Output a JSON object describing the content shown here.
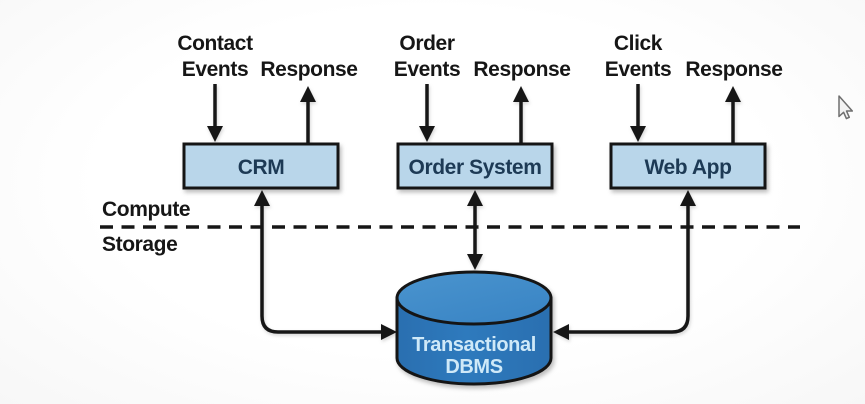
{
  "diagram": {
    "compute_label": "Compute",
    "storage_label": "Storage",
    "columns": [
      {
        "in_label_line1": "Contact",
        "in_label_line2": "Events",
        "out_label": "Response",
        "box_label": "CRM"
      },
      {
        "in_label_line1": "Order",
        "in_label_line2": "Events",
        "out_label": "Response",
        "box_label": "Order System"
      },
      {
        "in_label_line1": "Click",
        "in_label_line2": "Events",
        "out_label": "Response",
        "box_label": "Web App"
      }
    ],
    "database": {
      "line1": "Transactional",
      "line2": "DBMS"
    },
    "icons": {
      "cursor": "mouse-pointer-icon"
    },
    "colors": {
      "background": "#fdfdfd",
      "box_fill": "#b9d6ea",
      "box_border": "#151515",
      "box_text": "#1d3a55",
      "cylinder_body": "#2e7abd",
      "cylinder_top": "#4190cb",
      "cylinder_text": "#cfe9f8",
      "line": "#161616",
      "label_text": "#161616"
    }
  }
}
